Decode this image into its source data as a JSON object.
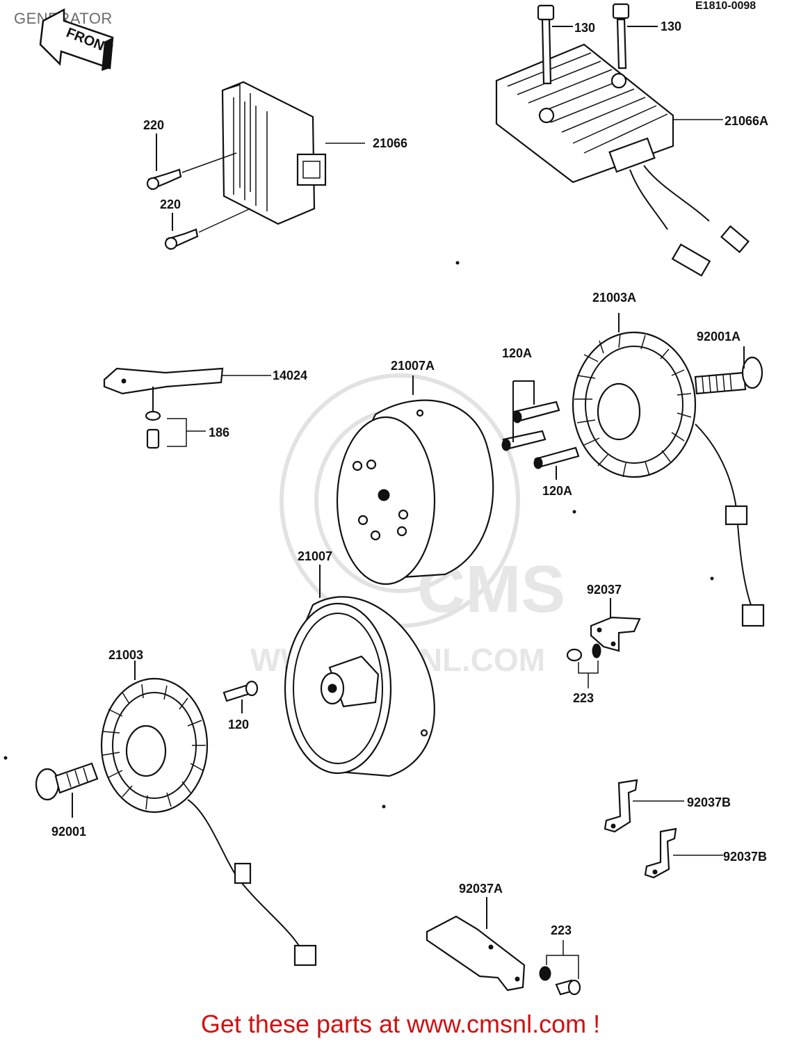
{
  "header": {
    "title": "GENERATOR",
    "diagram_code": "E1810-0098",
    "front_arrow_label": "FRONT"
  },
  "watermark": {
    "text": "CMS",
    "url": "WWW.CMSNL.COM"
  },
  "parts": [
    {
      "id": "130",
      "label": "130"
    },
    {
      "id": "130b",
      "label": "130"
    },
    {
      "id": "21066A",
      "label": "21066A"
    },
    {
      "id": "220",
      "label": "220"
    },
    {
      "id": "220b",
      "label": "220"
    },
    {
      "id": "21066",
      "label": "21066"
    },
    {
      "id": "21003A",
      "label": "21003A"
    },
    {
      "id": "92001A",
      "label": "92001A"
    },
    {
      "id": "14024",
      "label": "14024"
    },
    {
      "id": "21007A",
      "label": "21007A"
    },
    {
      "id": "120A",
      "label": "120A"
    },
    {
      "id": "120Ab",
      "label": "120A"
    },
    {
      "id": "186",
      "label": "186"
    },
    {
      "id": "21007",
      "label": "21007"
    },
    {
      "id": "92037",
      "label": "92037"
    },
    {
      "id": "223",
      "label": "223"
    },
    {
      "id": "21003",
      "label": "21003"
    },
    {
      "id": "120",
      "label": "120"
    },
    {
      "id": "92001",
      "label": "92001"
    },
    {
      "id": "92037B",
      "label": "92037B"
    },
    {
      "id": "92037Bb",
      "label": "92037B"
    },
    {
      "id": "92037A",
      "label": "92037A"
    },
    {
      "id": "223b",
      "label": "223"
    }
  ],
  "footer": {
    "text": "Get these parts at www.cmsnl.com !"
  }
}
